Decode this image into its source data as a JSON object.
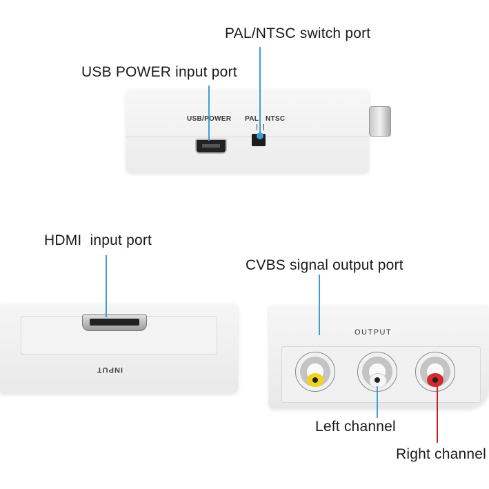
{
  "callouts": {
    "pal_ntsc": "PAL/NTSC switch port",
    "usb_power": "USB POWER input port",
    "hdmi_input": "HDMI  input port",
    "cvbs_output": "CVBS signal output port",
    "left_channel": "Left channel",
    "right_channel": "Right channel"
  },
  "device_labels": {
    "usb_power": "USB/POWER",
    "pal": "PAL",
    "ntsc": "NTSC",
    "input": "INPUT",
    "output": "OUTPUT"
  },
  "colors": {
    "pointer": "#3a9fd6",
    "pointer_red": "#c8202a",
    "rca_yellow": "#f2d21c",
    "rca_white": "#f5f5f5",
    "rca_red": "#d52a2a"
  }
}
